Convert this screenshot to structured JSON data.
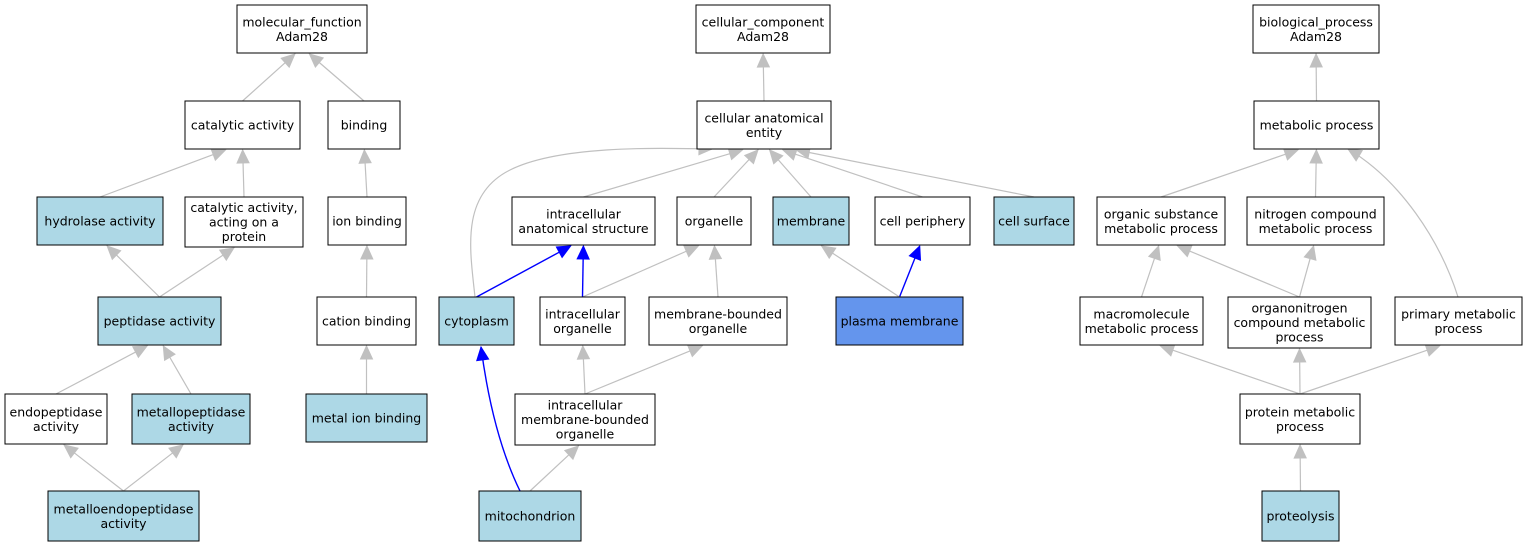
{
  "colors": {
    "node_default": "#ffffff",
    "node_related": "#add8e6",
    "node_selected": "#6495ed",
    "edge_default": "#c0c0c0",
    "edge_highlight": "#0000ff",
    "border": "#000000"
  },
  "nodes": [
    {
      "id": "mf",
      "lines": [
        "molecular_function",
        "Adam28"
      ],
      "fill": "white"
    },
    {
      "id": "catalytic",
      "lines": [
        "catalytic activity"
      ],
      "fill": "white"
    },
    {
      "id": "binding",
      "lines": [
        "binding"
      ],
      "fill": "white"
    },
    {
      "id": "hydrolase",
      "lines": [
        "hydrolase activity"
      ],
      "fill": "blue"
    },
    {
      "id": "cat_protein",
      "lines": [
        "catalytic activity,",
        "acting on a",
        "protein"
      ],
      "fill": "white"
    },
    {
      "id": "ion_binding",
      "lines": [
        "ion binding"
      ],
      "fill": "white"
    },
    {
      "id": "peptidase",
      "lines": [
        "peptidase activity"
      ],
      "fill": "blue"
    },
    {
      "id": "cation_binding",
      "lines": [
        "cation binding"
      ],
      "fill": "white"
    },
    {
      "id": "endopeptidase",
      "lines": [
        "endopeptidase",
        "activity"
      ],
      "fill": "white"
    },
    {
      "id": "metallopeptidase",
      "lines": [
        "metallopeptidase",
        "activity"
      ],
      "fill": "blue"
    },
    {
      "id": "metal_ion",
      "lines": [
        "metal ion binding"
      ],
      "fill": "blue"
    },
    {
      "id": "metalloendo",
      "lines": [
        "metalloendopeptidase",
        "activity"
      ],
      "fill": "blue"
    },
    {
      "id": "cc",
      "lines": [
        "cellular_component",
        "Adam28"
      ],
      "fill": "white"
    },
    {
      "id": "cae",
      "lines": [
        "cellular anatomical",
        "entity"
      ],
      "fill": "white"
    },
    {
      "id": "ias",
      "lines": [
        "intracellular",
        "anatomical structure"
      ],
      "fill": "white"
    },
    {
      "id": "organelle",
      "lines": [
        "organelle"
      ],
      "fill": "white"
    },
    {
      "id": "membrane",
      "lines": [
        "membrane"
      ],
      "fill": "blue"
    },
    {
      "id": "periphery",
      "lines": [
        "cell periphery"
      ],
      "fill": "white"
    },
    {
      "id": "surface",
      "lines": [
        "cell surface"
      ],
      "fill": "blue"
    },
    {
      "id": "cytoplasm",
      "lines": [
        "cytoplasm"
      ],
      "fill": "blue"
    },
    {
      "id": "intra_org",
      "lines": [
        "intracellular",
        "organelle"
      ],
      "fill": "white"
    },
    {
      "id": "mb_org",
      "lines": [
        "membrane-bounded",
        "organelle"
      ],
      "fill": "white"
    },
    {
      "id": "plasma",
      "lines": [
        "plasma membrane"
      ],
      "fill": "selected"
    },
    {
      "id": "imbo",
      "lines": [
        "intracellular",
        "membrane-bounded",
        "organelle"
      ],
      "fill": "white"
    },
    {
      "id": "mito",
      "lines": [
        "mitochondrion"
      ],
      "fill": "blue"
    },
    {
      "id": "bp",
      "lines": [
        "biological_process",
        "Adam28"
      ],
      "fill": "white"
    },
    {
      "id": "metabolic",
      "lines": [
        "metabolic process"
      ],
      "fill": "white"
    },
    {
      "id": "organic",
      "lines": [
        "organic substance",
        "metabolic process"
      ],
      "fill": "white"
    },
    {
      "id": "nitrogen",
      "lines": [
        "nitrogen compound",
        "metabolic process"
      ],
      "fill": "white"
    },
    {
      "id": "macro",
      "lines": [
        "macromolecule",
        "metabolic process"
      ],
      "fill": "white"
    },
    {
      "id": "organonitrogen",
      "lines": [
        "organonitrogen",
        "compound metabolic",
        "process"
      ],
      "fill": "white"
    },
    {
      "id": "primary",
      "lines": [
        "primary metabolic",
        "process"
      ],
      "fill": "white"
    },
    {
      "id": "protein_met",
      "lines": [
        "protein metabolic",
        "process"
      ],
      "fill": "white"
    },
    {
      "id": "proteolysis",
      "lines": [
        "proteolysis"
      ],
      "fill": "blue"
    }
  ],
  "edges": [
    {
      "from": "catalytic",
      "to": "mf",
      "color": "gray"
    },
    {
      "from": "binding",
      "to": "mf",
      "color": "gray"
    },
    {
      "from": "hydrolase",
      "to": "catalytic",
      "color": "gray"
    },
    {
      "from": "cat_protein",
      "to": "catalytic",
      "color": "gray"
    },
    {
      "from": "ion_binding",
      "to": "binding",
      "color": "gray"
    },
    {
      "from": "peptidase",
      "to": "hydrolase",
      "color": "gray"
    },
    {
      "from": "peptidase",
      "to": "cat_protein",
      "color": "gray"
    },
    {
      "from": "cation_binding",
      "to": "ion_binding",
      "color": "gray"
    },
    {
      "from": "endopeptidase",
      "to": "peptidase",
      "color": "gray"
    },
    {
      "from": "metallopeptidase",
      "to": "peptidase",
      "color": "gray"
    },
    {
      "from": "metal_ion",
      "to": "cation_binding",
      "color": "gray"
    },
    {
      "from": "metalloendo",
      "to": "endopeptidase",
      "color": "gray"
    },
    {
      "from": "metalloendo",
      "to": "metallopeptidase",
      "color": "gray"
    },
    {
      "from": "cae",
      "to": "cc",
      "color": "gray"
    },
    {
      "from": "ias",
      "to": "cae",
      "color": "gray"
    },
    {
      "from": "organelle",
      "to": "cae",
      "color": "gray"
    },
    {
      "from": "membrane",
      "to": "cae",
      "color": "gray"
    },
    {
      "from": "periphery",
      "to": "cae",
      "color": "gray"
    },
    {
      "from": "surface",
      "to": "cae",
      "color": "gray"
    },
    {
      "from": "cytoplasm",
      "to": "cae",
      "color": "gray",
      "curve": "cytoplasm"
    },
    {
      "from": "cytoplasm",
      "to": "ias",
      "color": "blue"
    },
    {
      "from": "intra_org",
      "to": "ias",
      "color": "blue"
    },
    {
      "from": "intra_org",
      "to": "organelle",
      "color": "gray"
    },
    {
      "from": "mb_org",
      "to": "organelle",
      "color": "gray"
    },
    {
      "from": "plasma",
      "to": "membrane",
      "color": "gray"
    },
    {
      "from": "plasma",
      "to": "periphery",
      "color": "blue"
    },
    {
      "from": "imbo",
      "to": "intra_org",
      "color": "gray"
    },
    {
      "from": "imbo",
      "to": "mb_org",
      "color": "gray"
    },
    {
      "from": "mito",
      "to": "cytoplasm",
      "color": "blue",
      "curve": "mito"
    },
    {
      "from": "mito",
      "to": "imbo",
      "color": "gray"
    },
    {
      "from": "metabolic",
      "to": "bp",
      "color": "gray"
    },
    {
      "from": "organic",
      "to": "metabolic",
      "color": "gray"
    },
    {
      "from": "nitrogen",
      "to": "metabolic",
      "color": "gray"
    },
    {
      "from": "primary",
      "to": "metabolic",
      "color": "gray",
      "curve": "primary"
    },
    {
      "from": "macro",
      "to": "organic",
      "color": "gray"
    },
    {
      "from": "organonitrogen",
      "to": "organic",
      "color": "gray"
    },
    {
      "from": "organonitrogen",
      "to": "nitrogen",
      "color": "gray"
    },
    {
      "from": "protein_met",
      "to": "macro",
      "color": "gray"
    },
    {
      "from": "protein_met",
      "to": "organonitrogen",
      "color": "gray"
    },
    {
      "from": "protein_met",
      "to": "primary",
      "color": "gray"
    },
    {
      "from": "proteolysis",
      "to": "protein_met",
      "color": "gray"
    }
  ]
}
